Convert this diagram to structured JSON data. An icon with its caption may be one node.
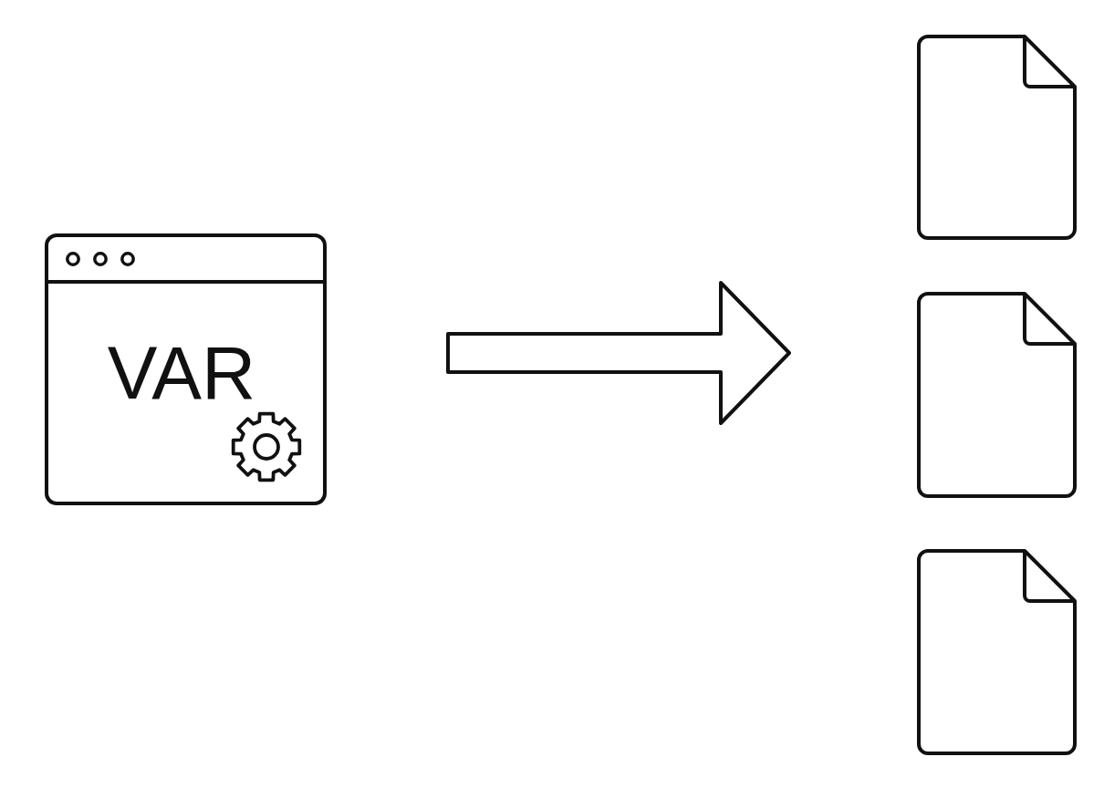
{
  "diagram": {
    "nodes": [
      {
        "text": [
          "VAR"
        ]
      },
      {
        "text": [],
        "shape": "document"
      },
      {
        "text": [],
        "shape": "document"
      },
      {
        "text": [],
        "shape": "document"
      }
    ],
    "edges": [
      {
        "from": 0,
        "to": 2,
        "arrow": "to"
      }
    ]
  }
}
